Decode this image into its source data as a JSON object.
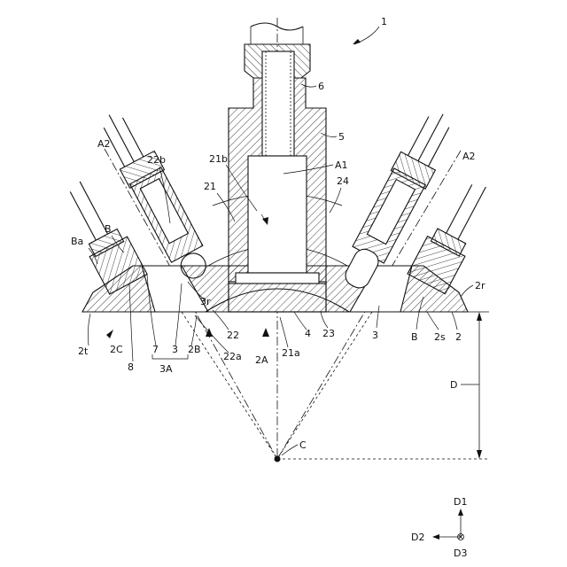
{
  "figure": {
    "labels": {
      "assembly": "1",
      "nut": "6",
      "holder": "5",
      "axis_a1": "A1",
      "axis_a2_left": "A2",
      "axis_a2_right": "A2",
      "bore": "21b",
      "body": "21",
      "seal": "24",
      "outer_face": "22b",
      "block_b_left": "B",
      "block_ba": "Ba",
      "block_b_right": "B",
      "rim": "2r",
      "tip_radius": "3r",
      "face_22": "22",
      "face_22a": "22a",
      "region_2a": "2A",
      "face_21a": "21a",
      "plate": "4",
      "face_23": "23",
      "lens_right": "3",
      "step_2s": "2s",
      "base": "2",
      "edge_2t": "2t",
      "region_2c": "2C",
      "spring": "8",
      "part_7": "7",
      "part_3": "3",
      "region_2b": "2B",
      "group_3a": "3A",
      "distance_d": "D",
      "center_c": "C"
    },
    "axes_indicator": {
      "d1": "D1",
      "d2": "D2",
      "d3": "D3"
    }
  }
}
